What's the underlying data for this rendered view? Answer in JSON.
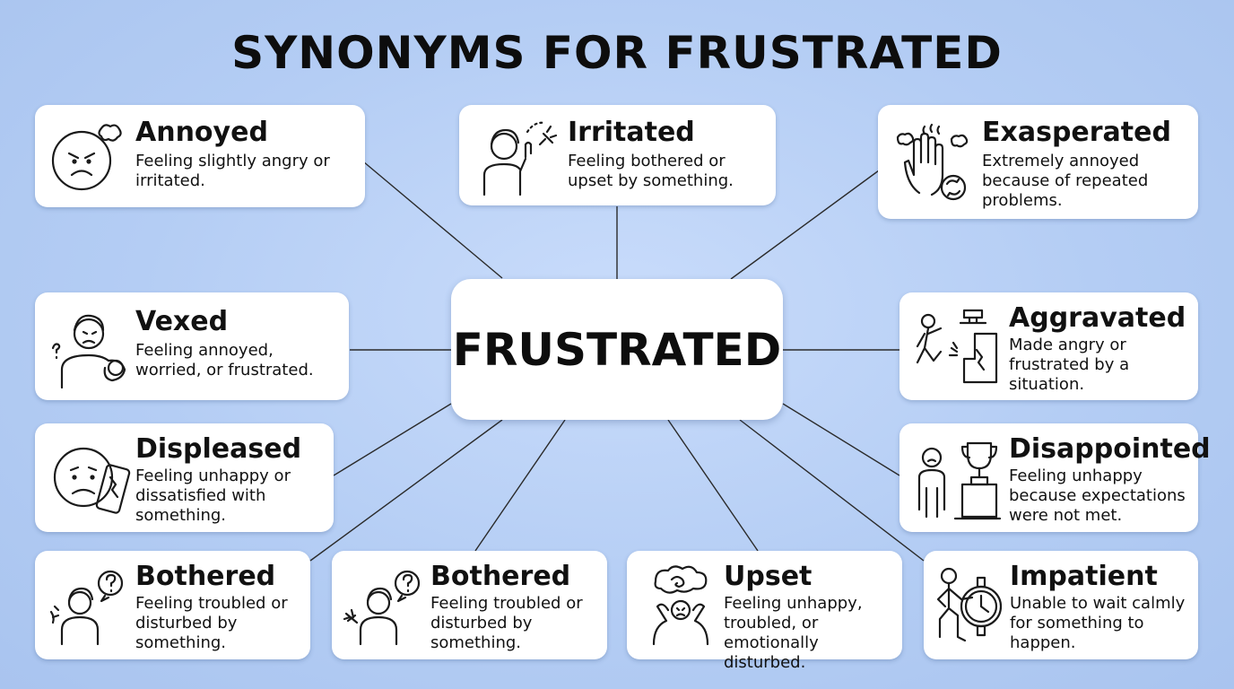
{
  "title": "SYNONYMS FOR FRUSTRATED",
  "center": {
    "label": "FRUSTRATED"
  },
  "colors": {
    "background": "#b4cdf4",
    "card": "#ffffff",
    "text": "#111111",
    "connector": "#2a2a2a"
  },
  "cards": [
    {
      "id": "annoyed",
      "word": "Annoyed",
      "description": "Feeling slightly angry or irritated.",
      "icon": "angry-face-icon"
    },
    {
      "id": "irritated",
      "word": "Irritated",
      "description": "Feeling bothered or upset by something.",
      "icon": "person-mosquito-icon"
    },
    {
      "id": "exasperated",
      "word": "Exasperated",
      "description": "Extremely annoyed because of repeated problems.",
      "icon": "hand-repeat-icon"
    },
    {
      "id": "vexed",
      "word": "Vexed",
      "description": "Feeling annoyed, worried, or frustrated.",
      "icon": "worried-person-knot-icon"
    },
    {
      "id": "aggravated",
      "word": "Aggravated",
      "description": "Made angry or frustrated by a situation.",
      "icon": "kicking-machine-icon"
    },
    {
      "id": "displeased",
      "word": "Displeased",
      "description": "Feeling unhappy or dissatisfied with something.",
      "icon": "sad-face-broken-phone-icon"
    },
    {
      "id": "disappointed",
      "word": "Disappointed",
      "description": "Feeling unhappy because expectations were not met.",
      "icon": "person-trophy-icon"
    },
    {
      "id": "bothered1",
      "word": "Bothered",
      "description": "Feeling troubled or disturbed by something.",
      "icon": "person-question-icon"
    },
    {
      "id": "bothered2",
      "word": "Bothered",
      "description": "Feeling troubled or disturbed by something.",
      "icon": "person-question-bug-icon"
    },
    {
      "id": "upset",
      "word": "Upset",
      "description": "Feeling unhappy, troubled, or emotionally disturbed.",
      "icon": "head-holding-cloud-icon"
    },
    {
      "id": "impatient",
      "word": "Impatient",
      "description": "Unable to wait calmly for something to happen.",
      "icon": "person-watch-icon"
    }
  ]
}
